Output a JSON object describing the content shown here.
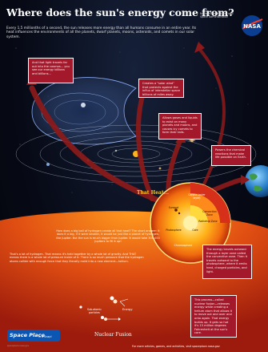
{
  "title": "Where does the sun's energy come from?",
  "intro": "Every 1.5 millionths of a second, the sun releases more energy than all humans consume in an entire year. Its heat influences the environments of all the planets, dwarf planets, moons, asteroids, and comets in our solar system.",
  "agency": "National Aeronautics and Space Administration",
  "nasa_logo": "NASA",
  "callouts": {
    "box1": "And that light travels far out into the cosmos... you see our energy billions and billions...",
    "box2": "Creates a \"solar wind\" that protects against the influx of interstellar space billions of miles away.",
    "box3": "Allows gases and liquids to exist on many planets and moons, and causes icy comets to form their tails.",
    "box4": "Powers the chemical reactions that make life possible on Earth.",
    "box5": "The energy travels outward through a layer zone called the convective zone. Then it travels outward to the photosphere, where it emits heat, charged particles, and light.",
    "box6": "This process—called nuclear fusion—releases energy while creating a helium atom that allows it to move out and over and onto again. That energy builds up. It gets so hot it's 15 million degrees Fahrenheit at the sun's core."
  },
  "that_heat": "That Heat...",
  "sun_labels": {
    "corona": "Corona (outer layer)",
    "sunspot": "Sunspot",
    "convection": "Convection Zone",
    "radiative": "Radiative Zone",
    "core": "Core",
    "photosphere": "Photosphere",
    "chromosphere": "Chromosphere"
  },
  "fusion": {
    "annotation1": "How does a big ball of hydrogen create all that heat? The short answer: It does it a big, if it were smaller, it would be just like a planet of hydrogen, like Jupiter. But the sun is much bigger than Jupiter. It would take 300,000 Jupiters to fill it up!",
    "annotation2": "That's a lot of hydrogen. That means it's held together by a whole lot of gravity. And THAT means there is a whole lot of pressure inside of it. There is so much pressure that the hydrogen atoms collide with enough force that they literally meld into a new element—helium.",
    "legend_particles": "Sub-atomic particles",
    "legend_energy": "Energy",
    "title": "Nuclear Fusion"
  },
  "logo": {
    "text": "Space Place",
    "sub": "in a Snap!"
  },
  "footer": {
    "left": "spaceplace.nasa.gov",
    "right": "For more articles, games, and activities, visit spaceplace.nasa.gov"
  },
  "colors": {
    "callout_red": "#a3182a",
    "fusion_orange": "#e07a12",
    "sun_yellow": "#ffc51a",
    "heat_arrow": "#8c1a1a"
  }
}
